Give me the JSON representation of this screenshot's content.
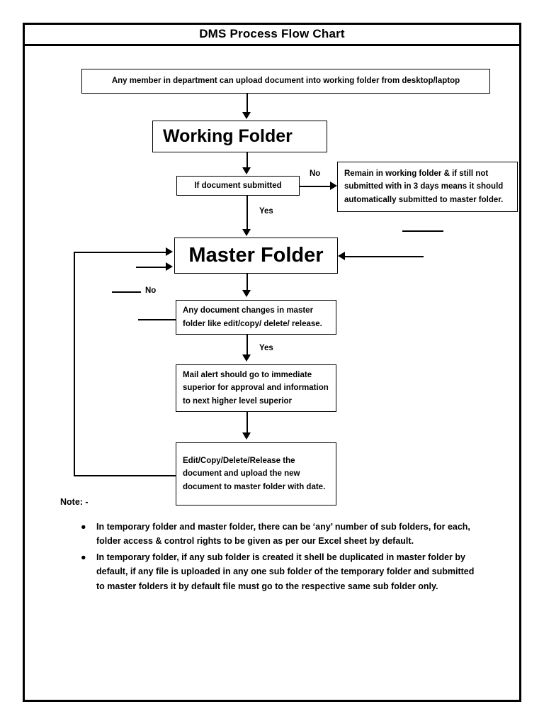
{
  "document": {
    "title": "DMS Process Flow Chart"
  },
  "flow": {
    "nodes": [
      {
        "id": "upload",
        "label": "Any member in department can upload document into working folder from desktop/laptop"
      },
      {
        "id": "working-folder",
        "label": "Working Folder"
      },
      {
        "id": "if-document-submitted",
        "label": "If document submitted"
      },
      {
        "id": "remain-in-working-folder",
        "label": "Remain in working folder & if still not submitted with in 3 days means it should automatically submitted to master folder."
      },
      {
        "id": "master-folder",
        "label": "Master Folder"
      },
      {
        "id": "any-document-changes",
        "label": "Any document changes in master folder like edit/copy/ delete/ release."
      },
      {
        "id": "mail-alert",
        "label": "Mail alert should go to immediate superior for approval and information to next higher level superior"
      },
      {
        "id": "edit-copy-delete-release",
        "label": "Edit/Copy/Delete/Release the document and upload the new document to master folder with date."
      }
    ],
    "edge_labels": {
      "submitted_no": "No",
      "submitted_yes": "Yes",
      "changes_no": "No",
      "changes_yes": "Yes"
    }
  },
  "notes": {
    "heading": "Note: -",
    "items": [
      "In temporary folder and master folder, there can be ‘any’ number of sub folders, for each, folder access & control rights to be given as per our Excel sheet by default.",
      "In temporary folder, if any sub folder is created it shell be duplicated in master folder by default, if any file is uploaded in any one sub folder of the temporary folder and submitted to master folders it by default file must go to the respective same sub folder only."
    ],
    "bullet_glyph": "●"
  },
  "colors": {
    "ink": "#000000",
    "paper": "#ffffff"
  }
}
